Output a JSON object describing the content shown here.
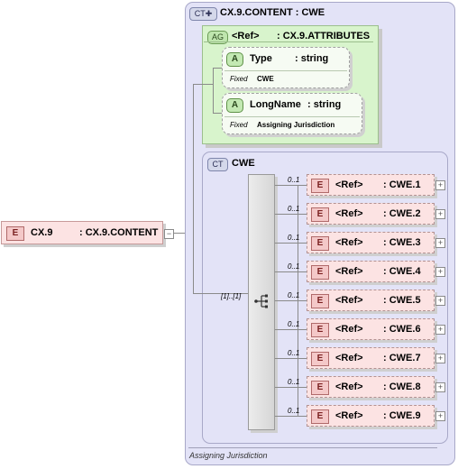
{
  "root_element": {
    "badge": "E",
    "name": "CX.9",
    "type": ": CX.9.CONTENT"
  },
  "complex_type": {
    "badge": "CT",
    "title": "CX.9.CONTENT : CWE",
    "documentation": "Assigning Jurisdiction"
  },
  "attribute_group": {
    "badge": "AG",
    "ref": "<Ref>",
    "name": ": CX.9.ATTRIBUTES"
  },
  "attributes": [
    {
      "badge": "A",
      "name": "Type",
      "type": ": string",
      "fixed_label": "Fixed",
      "fixed_value": "CWE"
    },
    {
      "badge": "A",
      "name": "LongName",
      "type": ": string",
      "fixed_label": "Fixed",
      "fixed_value": "Assigning Jurisdiction"
    }
  ],
  "inner_type": {
    "badge": "CT",
    "name": "CWE"
  },
  "sequence": {
    "occurrence": "[1]..[1]"
  },
  "children": [
    {
      "badge": "E",
      "ref": "<Ref>",
      "name": ": CWE.1",
      "occurrence": "0..1"
    },
    {
      "badge": "E",
      "ref": "<Ref>",
      "name": ": CWE.2",
      "occurrence": "0..1"
    },
    {
      "badge": "E",
      "ref": "<Ref>",
      "name": ": CWE.3",
      "occurrence": "0..1"
    },
    {
      "badge": "E",
      "ref": "<Ref>",
      "name": ": CWE.4",
      "occurrence": "0..1"
    },
    {
      "badge": "E",
      "ref": "<Ref>",
      "name": ": CWE.5",
      "occurrence": "0..1"
    },
    {
      "badge": "E",
      "ref": "<Ref>",
      "name": ": CWE.6",
      "occurrence": "0..1"
    },
    {
      "badge": "E",
      "ref": "<Ref>",
      "name": ": CWE.7",
      "occurrence": "0..1"
    },
    {
      "badge": "E",
      "ref": "<Ref>",
      "name": ": CWE.8",
      "occurrence": "0..1"
    },
    {
      "badge": "E",
      "ref": "<Ref>",
      "name": ": CWE.9",
      "occurrence": "0..1"
    }
  ],
  "icons": {
    "expand": "plus-icon",
    "collapse": "minus-icon",
    "sequence": "sequence-icon"
  }
}
